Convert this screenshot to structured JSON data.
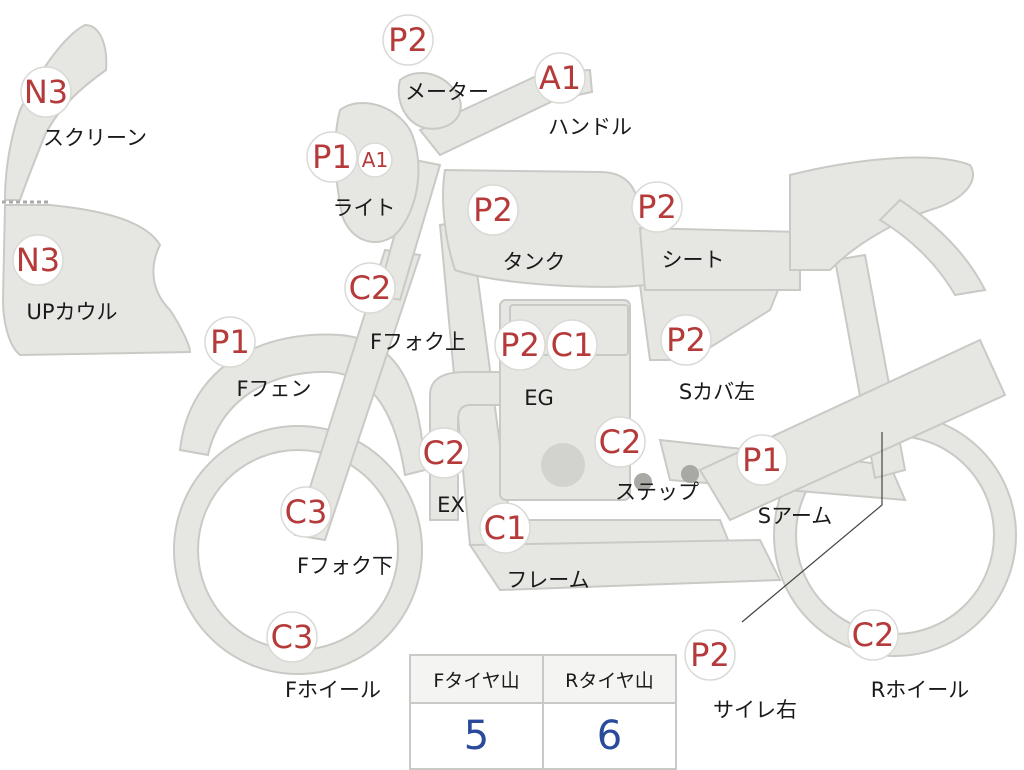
{
  "colors": {
    "body_fill": "#e6e6e3",
    "badge_text": "#b53a3a",
    "label_text": "#1a1a1a",
    "tire_value": "#2a4b9b"
  },
  "parts": [
    {
      "id": "screen",
      "grade": "N3",
      "label": "スクリーン"
    },
    {
      "id": "upcowl",
      "grade": "N3",
      "label": "UPカウル"
    },
    {
      "id": "meter",
      "grade": "P2",
      "label": "メーター"
    },
    {
      "id": "handle",
      "grade": "A1",
      "label": "ハンドル"
    },
    {
      "id": "light",
      "grade": "P1",
      "grade2": "A1",
      "label": "ライト"
    },
    {
      "id": "tank",
      "grade": "P2",
      "label": "タンク"
    },
    {
      "id": "seat",
      "grade": "P2",
      "label": "シート"
    },
    {
      "id": "ffork_up",
      "grade": "C2",
      "label": "Fフォク上"
    },
    {
      "id": "ffender",
      "grade": "P1",
      "label": "Fフェン"
    },
    {
      "id": "eg",
      "grade": "P2",
      "grade2": "C1",
      "label": "EG"
    },
    {
      "id": "scover",
      "grade": "P2",
      "label": "Sカバ左"
    },
    {
      "id": "ex",
      "grade": "C2",
      "label": "EX"
    },
    {
      "id": "step",
      "grade": "C2",
      "label": "ステップ"
    },
    {
      "id": "sarm",
      "grade": "P1",
      "label": "Sアーム"
    },
    {
      "id": "ffork_lo",
      "grade": "C3",
      "label": "Fフォク下"
    },
    {
      "id": "frame",
      "grade": "C1",
      "label": "フレーム"
    },
    {
      "id": "fwheel",
      "grade": "C3",
      "label": "Fホイール"
    },
    {
      "id": "silencer",
      "grade": "P2",
      "label": "サイレ右"
    },
    {
      "id": "rwheel",
      "grade": "C2",
      "label": "Rホイール"
    }
  ],
  "tire_table": {
    "headers": [
      "Fタイヤ山",
      "Rタイヤ山"
    ],
    "values": [
      "5",
      "6"
    ]
  }
}
